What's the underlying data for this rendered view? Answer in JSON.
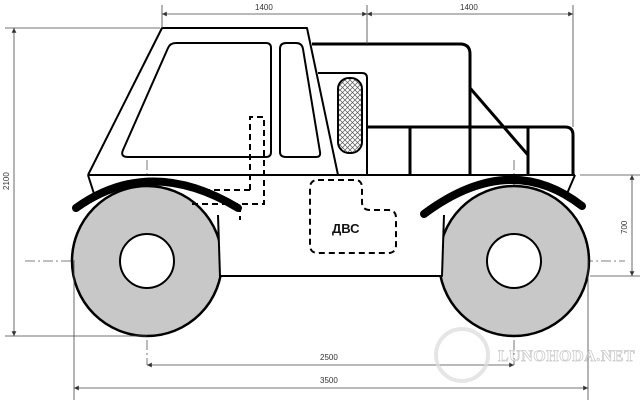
{
  "drawing": {
    "dimensions": {
      "top_left": "1400",
      "top_right": "1400",
      "height_total": "2100",
      "axle_height": "700",
      "wheelbase": "2500",
      "length_total": "3500"
    },
    "engine_label": "ДВС",
    "watermark": "LUNOHODA.NET",
    "colors": {
      "wheel": "#c8c8c8",
      "line": "#000000",
      "dim_line": "#444444"
    }
  }
}
